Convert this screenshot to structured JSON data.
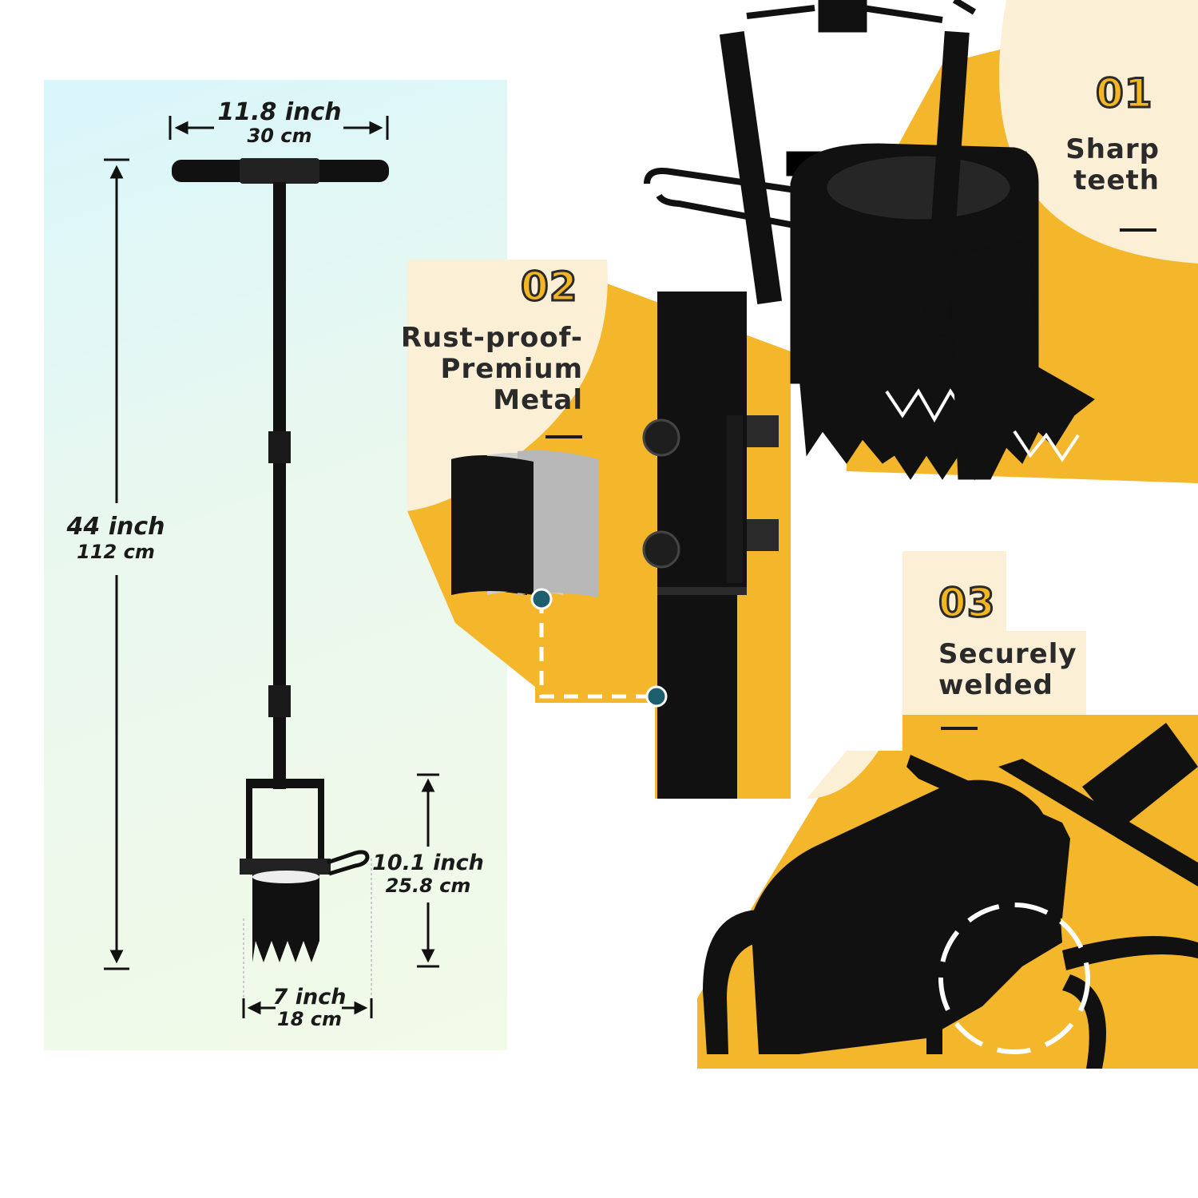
{
  "dimensions": {
    "width": {
      "main": "11.8 inch",
      "sub": "30 cm"
    },
    "height": {
      "main": "44 inch",
      "sub": "112 cm"
    },
    "head_height": {
      "main": "10.1 inch",
      "sub": "25.8 cm"
    },
    "head_width": {
      "main": "7 inch",
      "sub": "18 cm"
    }
  },
  "features": [
    {
      "number": "01",
      "label_lines": [
        "Sharp",
        "teeth"
      ]
    },
    {
      "number": "02",
      "label_lines": [
        "Rust-proof-",
        "Premium",
        "Metal"
      ]
    },
    {
      "number": "03",
      "label_lines": [
        "Securely",
        "welded"
      ]
    }
  ],
  "colors": {
    "accent": "#f3b623",
    "accent_dark": "#e9a010",
    "pale_bg": "#e9f8ef",
    "steel": "#111111",
    "marker": "#1e5f6e"
  }
}
